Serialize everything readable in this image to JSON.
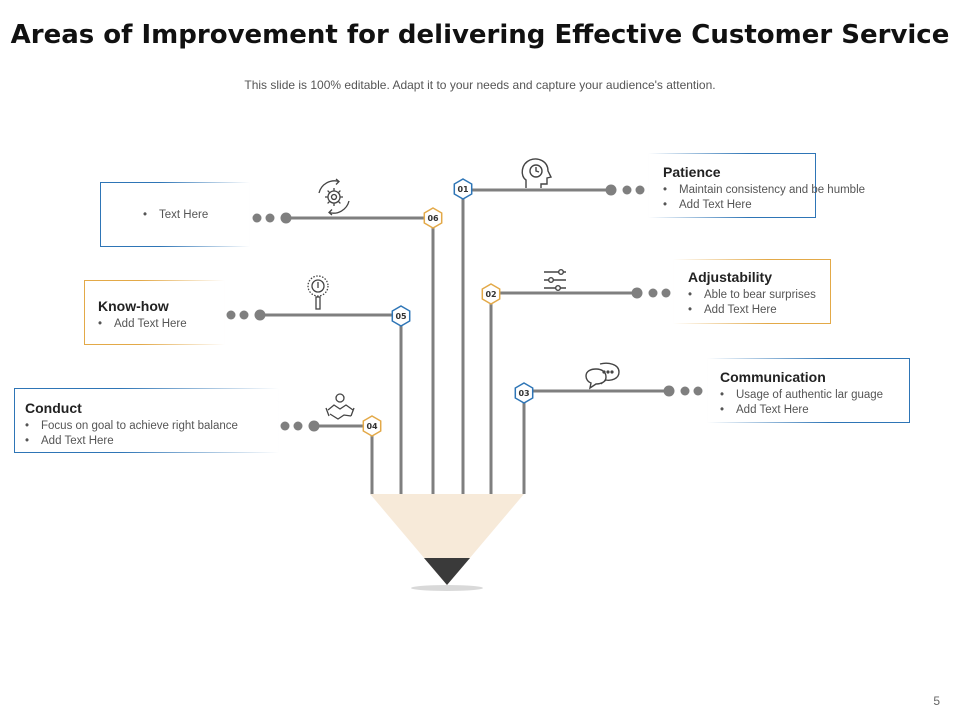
{
  "title": "Areas of Improvement for delivering Effective Customer Service",
  "subtitle": "This slide is 100% editable. Adapt it to your needs and capture your audience's attention.",
  "page_number": "5",
  "colors": {
    "blue": "#2e75b6",
    "gold": "#e3a948",
    "line": "#7f7f7f",
    "pencil_body": "#f7ead9",
    "pencil_tip": "#3a3a3a"
  },
  "items": [
    {
      "number": "01",
      "heading": "Patience",
      "bullets": [
        "Maintain consistency and be humble",
        "Add Text Here"
      ],
      "icon": "head-clock-icon"
    },
    {
      "number": "02",
      "heading": "Adjustability",
      "bullets": [
        "Able to bear surprises",
        "Add Text Here"
      ],
      "icon": "sliders-icon"
    },
    {
      "number": "03",
      "heading": "Communication",
      "bullets": [
        "Usage of  authentic lar guage",
        "Add Text Here"
      ],
      "icon": "chat-bubbles-icon"
    },
    {
      "number": "04",
      "heading": "Conduct",
      "bullets": [
        "Focus on goal to  achieve right balance",
        "Add Text Here"
      ],
      "icon": "handshake-icon"
    },
    {
      "number": "05",
      "heading": "Know-how",
      "bullets": [
        "Add Text Here"
      ],
      "icon": "magnifier-bulb-icon"
    },
    {
      "number": "06",
      "heading": "",
      "bullets": [
        "Text Here"
      ],
      "icon": "gear-cycle-icon"
    }
  ]
}
